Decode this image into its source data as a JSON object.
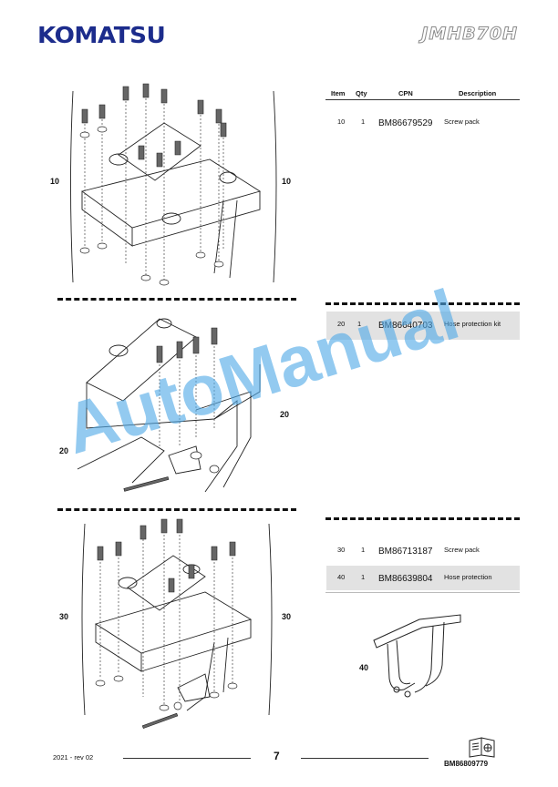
{
  "header": {
    "brand": "KOMATSU",
    "model": "JMHB70H"
  },
  "table_header": {
    "item": "Item",
    "qty": "Qty",
    "cpn": "CPN",
    "description": "Description"
  },
  "rows": [
    {
      "item": "10",
      "qty": "1",
      "cpn": "BM86679529",
      "description": "Screw pack"
    },
    {
      "item": "20",
      "qty": "1",
      "cpn": "BM86640703",
      "description": "Hose protection kit"
    },
    {
      "item": "30",
      "qty": "1",
      "cpn": "BM86713187",
      "description": "Screw pack"
    },
    {
      "item": "40",
      "qty": "1",
      "cpn": "BM86639804",
      "description": "Hose  protection"
    }
  ],
  "callouts": {
    "s1_left": "10",
    "s1_right": "10",
    "s2_right": "20",
    "s2_left": "20",
    "s3_left": "30",
    "s3_right": "30",
    "item40": "40"
  },
  "watermark": "AutoManual",
  "footer": {
    "date": "2021 -  rev 02",
    "page": "7",
    "doc_number": "BM86809779"
  }
}
